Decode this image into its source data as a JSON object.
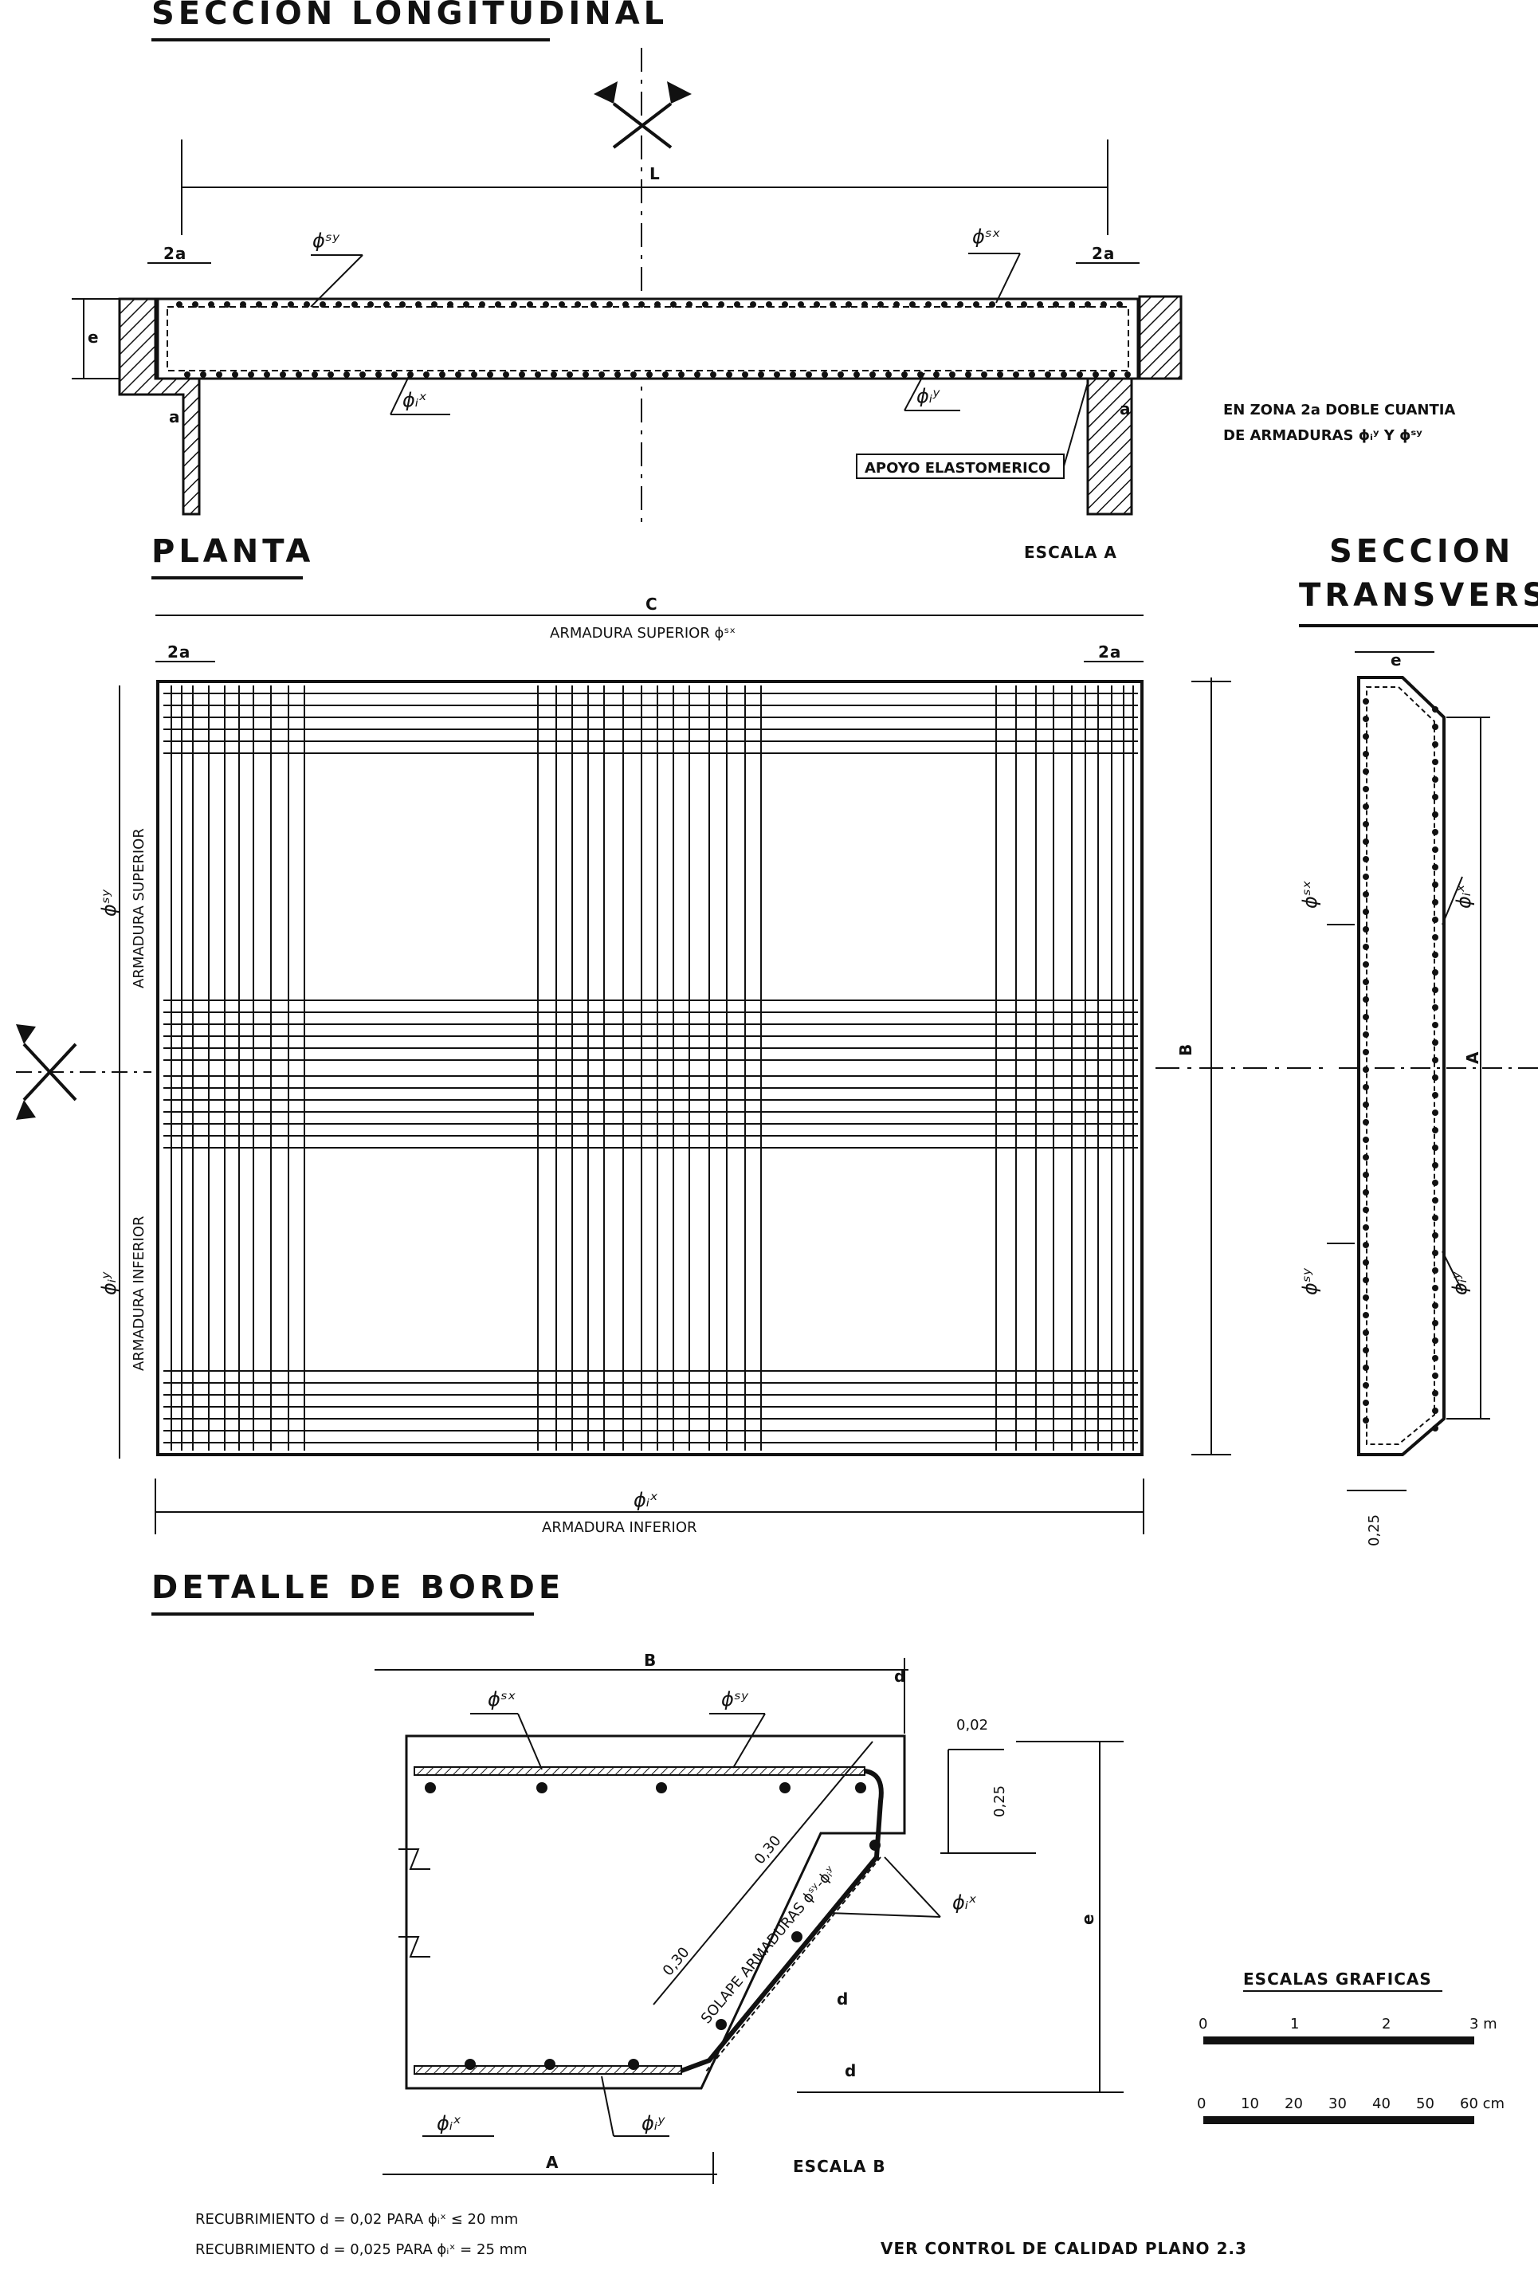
{
  "titles": {
    "longitudinal": "SECCION LONGITUDINAL",
    "plan": "PLANTA",
    "transversal_1": "SECCION",
    "transversal_2": "TRANSVERSAL",
    "edge": "DETALLE DE BORDE"
  },
  "longitudinal": {
    "span": "L",
    "edge_zone": "2a",
    "edge_zone_right": "2a",
    "depth": "e",
    "support": "a",
    "support_right": "a",
    "bar_top_left": "ϕˢʸ",
    "bar_top_right": "ϕˢˣ",
    "bar_bottom_left": "ϕᵢˣ",
    "bar_bottom_right": "ϕᵢʸ",
    "bearing_label": "APOYO ELASTOMERICO",
    "note_1": "EN ZONA 2a DOBLE CUANTIA",
    "note_2": "DE ARMADURAS ϕᵢʸ Y ϕˢʸ"
  },
  "plan": {
    "scale": "ESCALA A",
    "width": "C",
    "top_reinf": "ARMADURA SUPERIOR  ϕˢˣ",
    "edge_zone_left": "2a",
    "edge_zone_right": "2a",
    "left_top_reinf": "ARMADURA SUPERIOR",
    "left_top_sym": "ϕˢʸ",
    "left_bottom_reinf": "ARMADURA INFERIOR",
    "left_bottom_sym": "ϕᵢʸ",
    "height": "B",
    "bottom_sym": "ϕᵢˣ",
    "bottom_reinf": "ARMADURA INFERIOR"
  },
  "transversal": {
    "depth": "e",
    "sym_1": "ϕˢˣ",
    "sym_2": "ϕᵢˣ",
    "sym_3": "ϕˢʸ",
    "sym_4": "ϕᵢʸ",
    "axis": "A",
    "dim": "0,25"
  },
  "edge": {
    "width": "B",
    "cover": "d",
    "d_002": "0,02",
    "d_025": "0,25",
    "depth": "e",
    "sym_top_1": "ϕˢˣ",
    "sym_top_2": "ϕˢʸ",
    "sym_side": "ϕᵢˣ",
    "lap_1": "0,30",
    "lap_2": "0,30",
    "lap_text": "SOLAPE ARMADURAS ϕˢʸ-ϕᵢʸ",
    "d_slope": "d",
    "d_bottom": "d",
    "sym_bot_1": "ϕᵢˣ",
    "sym_bot_2": "ϕᵢʸ",
    "bottom_width": "A",
    "scale": "ESCALA B"
  },
  "graphic_scales": {
    "title": "ESCALAS GRAFICAS",
    "scale_m": [
      "0",
      "1",
      "2",
      "3 m"
    ],
    "scale_cm": [
      "0",
      "10",
      "20",
      "30",
      "40",
      "50",
      "60 cm"
    ]
  },
  "notes": {
    "cover_1": "RECUBRIMIENTO  d = 0,02 PARA  ϕᵢˣ ≤  20 mm",
    "cover_2": "RECUBRIMIENTO  d = 0,025 PARA  ϕᵢˣ  =  25 mm",
    "quality": "VER CONTROL DE CALIDAD PLANO 2.3"
  }
}
